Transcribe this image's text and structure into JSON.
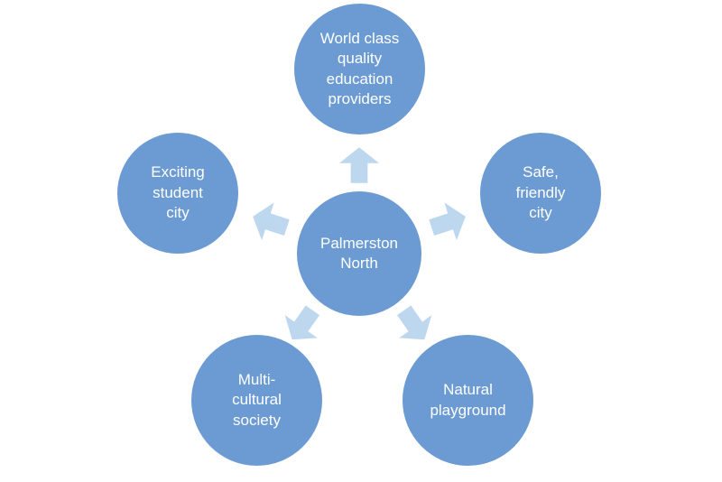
{
  "diagram": {
    "type": "radial-diverging",
    "background": "#ffffff",
    "center": {
      "label": "Palmerston North"
    },
    "nodes": [
      {
        "position": "top",
        "label": "World class quality education providers"
      },
      {
        "position": "right",
        "label": "Safe, friendly city"
      },
      {
        "position": "bottom-right",
        "label": "Natural playground"
      },
      {
        "position": "bottom-left",
        "label": "Multi-cultural society"
      },
      {
        "position": "left",
        "label": "Exciting student city"
      }
    ],
    "arrows": [
      {
        "direction": "up"
      },
      {
        "direction": "right"
      },
      {
        "direction": "down-right"
      },
      {
        "direction": "down-left"
      },
      {
        "direction": "left"
      }
    ],
    "colors": {
      "node_fill": "#6b9bd2",
      "arrow_fill": "#bdd7ee",
      "text": "#ffffff"
    }
  }
}
